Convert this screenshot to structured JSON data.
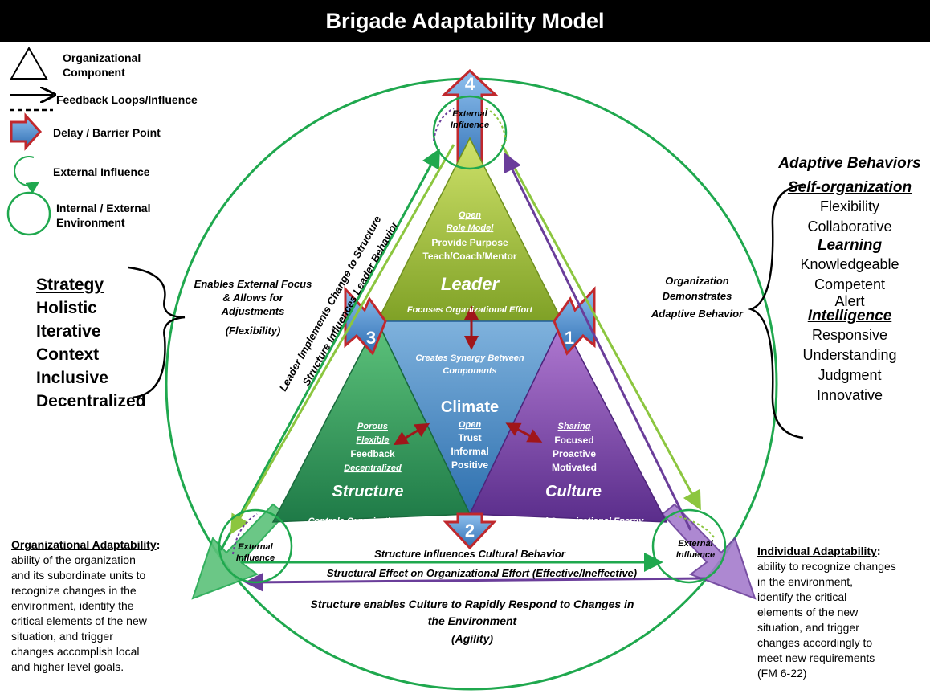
{
  "title": "Brigade Adaptability Model",
  "legend": {
    "organizational_component": "Organizational Component",
    "feedback_loops": "Feedback Loops/Influence",
    "delay_barrier": "Delay / Barrier Point",
    "external_influence": "External Influence",
    "environment": "Internal / External Environment"
  },
  "strategy": {
    "heading": "Strategy",
    "items": [
      "Holistic",
      "Iterative",
      "Context",
      "Inclusive",
      "Decentralized"
    ]
  },
  "adaptive_behaviors": {
    "heading": "Adaptive Behaviors",
    "self_org_heading": "Self-organization",
    "self_org_items": [
      "Flexibility",
      "Collaborative"
    ],
    "learning_heading": "Learning",
    "learning_items": [
      "Knowledgeable",
      "Competent",
      "Alert"
    ],
    "intelligence_heading": "Intelligence",
    "intelligence_items": [
      "Responsive",
      "Understanding",
      "Judgment",
      "Innovative"
    ]
  },
  "leader": {
    "open": "Open",
    "role_model": "Role Model",
    "line1": "Provide Purpose",
    "line2": "Teach/Coach/Mentor",
    "name": "Leader",
    "effort": "Focuses Organizational Effort"
  },
  "climate": {
    "synergy1": "Creates Synergy Between",
    "synergy2": "Components",
    "name": "Climate",
    "open": "Open",
    "items": [
      "Trust",
      "Informal",
      "Positive"
    ]
  },
  "structure": {
    "porous": "Porous",
    "flexible": "Flexible",
    "feedback": "Feedback",
    "decentralized": "Decentralized",
    "name": "Structure",
    "effort": "Controls Organizational Effort"
  },
  "culture": {
    "sharing": "Sharing",
    "items": [
      "Focused",
      "Proactive",
      "Motivated"
    ],
    "name": "Culture",
    "energy": "Source of Organizational Energy"
  },
  "barriers": [
    "1",
    "2",
    "3",
    "4"
  ],
  "external_influence_label": [
    "External",
    "Influence"
  ],
  "arrows": {
    "leader_implements": "Leader Implements Change to Structure",
    "structure_influences_leader": "Structure Influences Leader Behavior",
    "enables_external": [
      "Enables External Focus",
      "& Allows for",
      "Adjustments",
      "(Flexibility)"
    ],
    "org_demonstrates": [
      "Organization",
      "Demonstrates",
      "Adaptive Behavior"
    ],
    "structure_influences_culture": "Structure Influences Cultural Behavior",
    "structural_effect": "Structural Effect on Organizational Effort (Effective/Ineffective)",
    "structure_enables": [
      "Structure enables Culture to Rapidly Respond to Changes in",
      "the Environment",
      "(Agility)"
    ]
  },
  "org_adaptability": {
    "heading": "Organizational Adaptability",
    "colon": ":",
    "lines": [
      "ability of the organization",
      "and its subordinate units to",
      "recognize changes in the",
      "environment, identify the",
      "critical elements of the new",
      "situation, and trigger",
      "changes accomplish local",
      "and higher level goals."
    ]
  },
  "ind_adaptability": {
    "heading": "Individual Adaptability",
    "colon": ":",
    "lines": [
      "ability to recognize changes",
      "in the environment,",
      "identify the critical",
      "elements of the new",
      "situation, and trigger",
      "changes accordingly to",
      "meet new requirements",
      "(FM 6-22)"
    ]
  }
}
